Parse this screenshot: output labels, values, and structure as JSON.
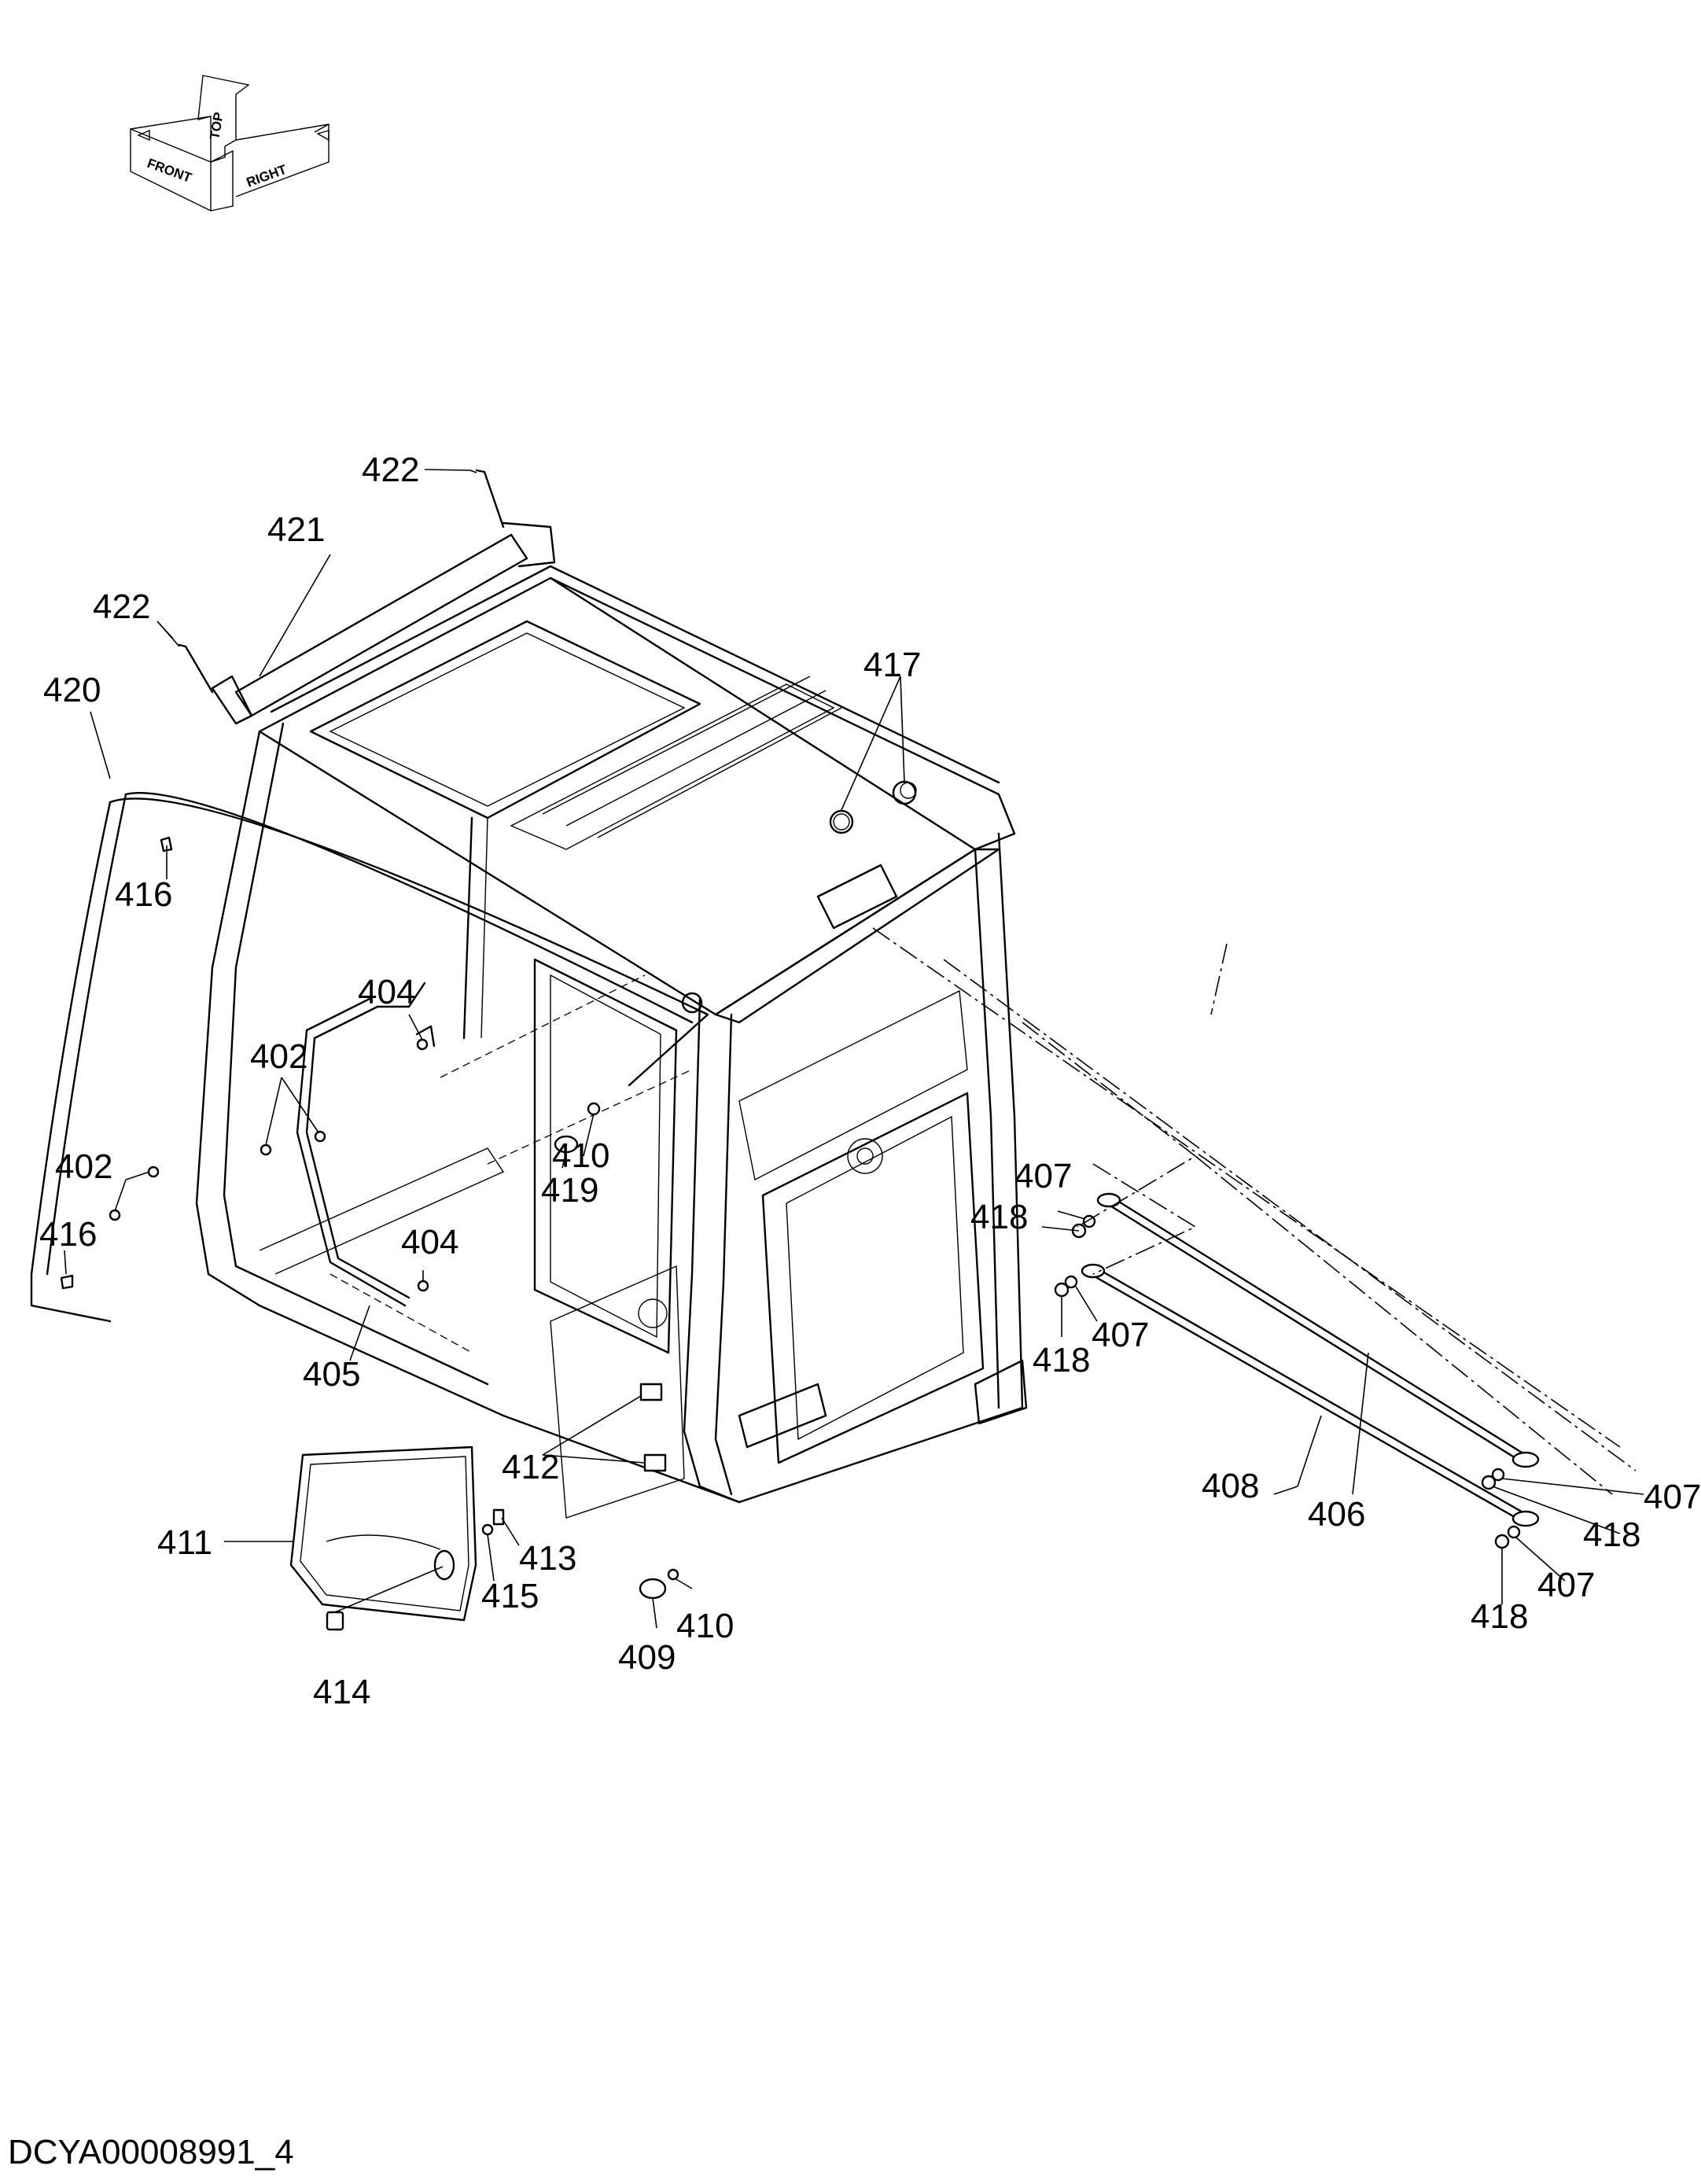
{
  "orientation": {
    "front": "FRONT",
    "top": "TOP",
    "right": "RIGHT"
  },
  "callouts": {
    "c422a": "422",
    "c421": "421",
    "c422b": "422",
    "c420": "420",
    "c417": "417",
    "c416a": "416",
    "c404a": "404",
    "c402a": "402",
    "c402b": "402",
    "c410a": "410",
    "c419": "419",
    "c416b": "416",
    "c404b": "404",
    "c407a": "407",
    "c418a": "418",
    "c407b": "407",
    "c418b": "418",
    "c405": "405",
    "c412": "412",
    "c408": "408",
    "c406": "406",
    "c407c": "407",
    "c418c": "418",
    "c407d": "407",
    "c418d": "418",
    "c411": "411",
    "c413": "413",
    "c415": "415",
    "c410b": "410",
    "c409": "409",
    "c414": "414"
  },
  "drawing_id": "DCYA00008991_4"
}
